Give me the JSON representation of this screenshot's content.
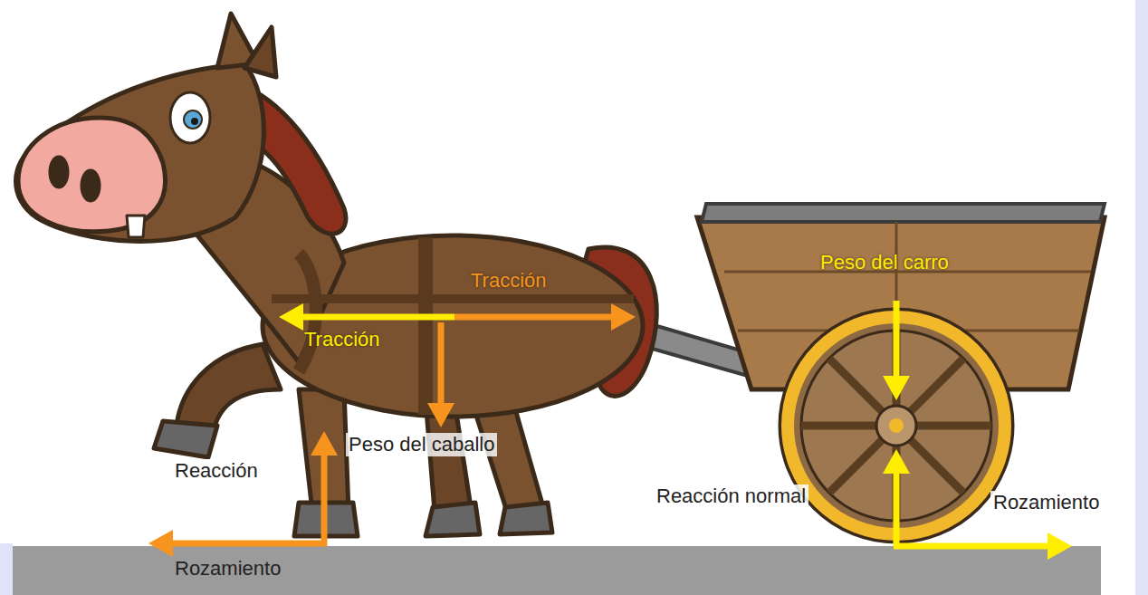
{
  "diagram": {
    "labels": [
      "Tracción",
      "Tracción",
      "Peso del carro",
      "Peso del caballo",
      "Reacción",
      "Reacción normal",
      "Rozamiento",
      "Rozamiento"
    ]
  }
}
